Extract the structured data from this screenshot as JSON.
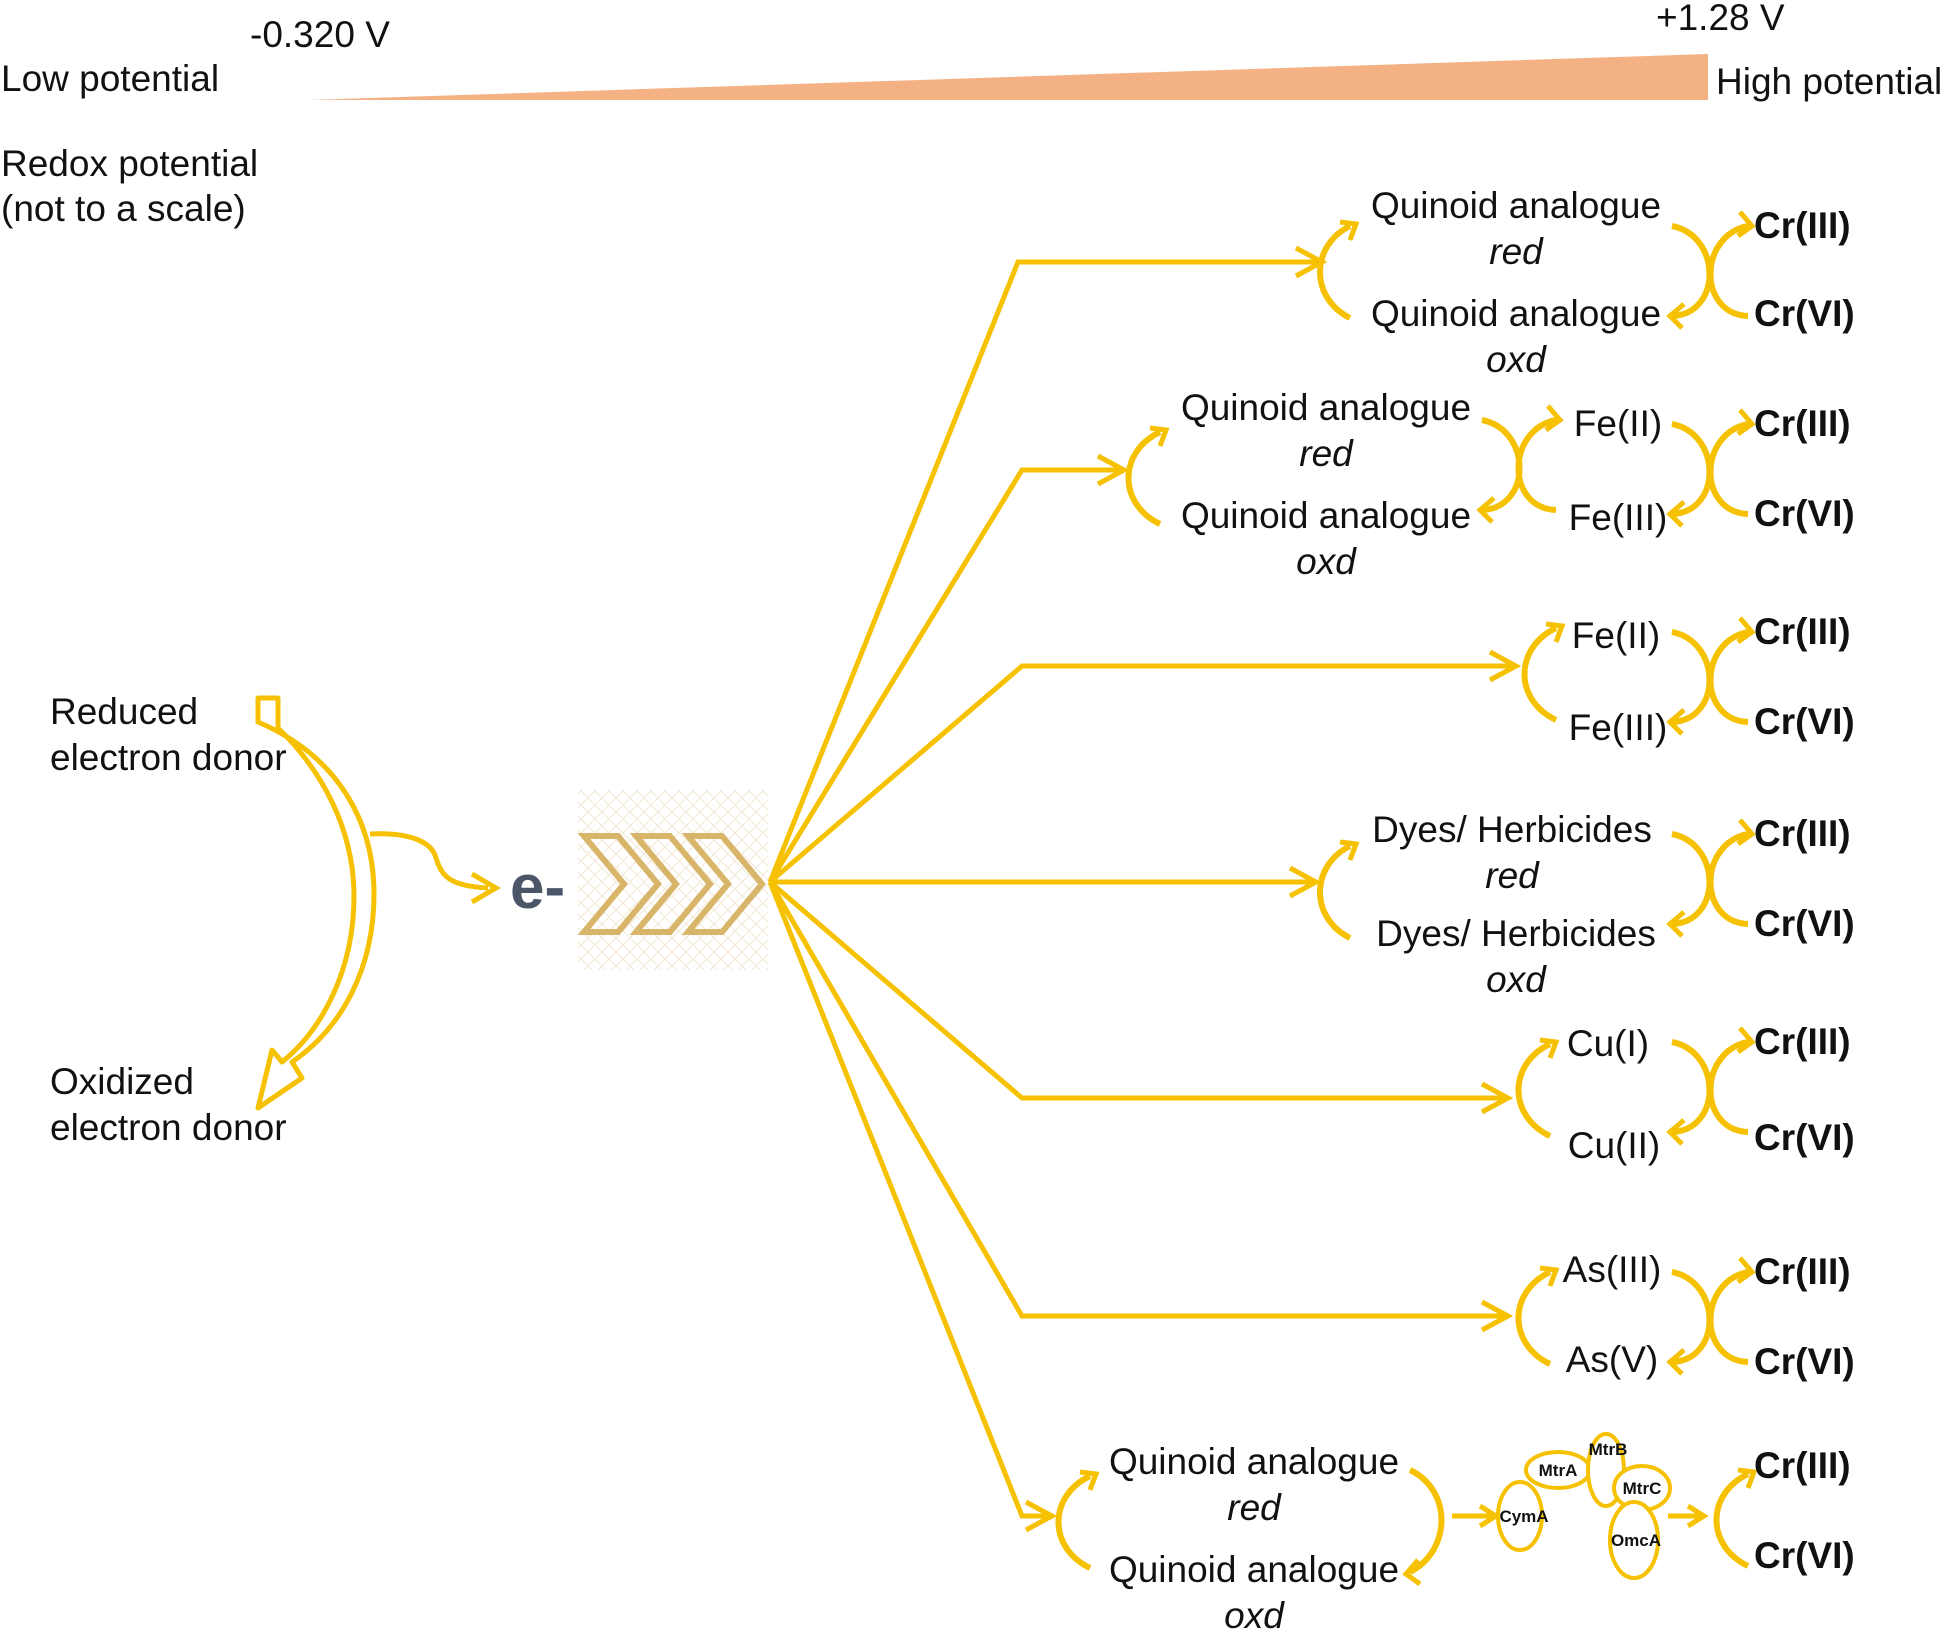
{
  "scale": {
    "low_value": "-0.320 V",
    "high_value": "+1.28 V",
    "low_label": "Low potential",
    "high_label": "High potential",
    "caption_line1": "Redox potential",
    "caption_line2": "(not to a scale)"
  },
  "donor": {
    "reduced_line1": "Reduced",
    "reduced_line2": "electron donor",
    "oxidized_line1": "Oxidized",
    "oxidized_line2": "electron donor",
    "electron": "e-"
  },
  "chromium": {
    "reduced": "Cr(III)",
    "oxidized": "Cr(VI)"
  },
  "pathways": [
    {
      "mediator": {
        "red": "Quinoid analogue",
        "red_state": "red",
        "oxd": "Quinoid analogue",
        "oxd_state": "oxd"
      }
    },
    {
      "mediator": {
        "red": "Quinoid analogue",
        "red_state": "red",
        "oxd": "Quinoid analogue",
        "oxd_state": "oxd"
      },
      "metal": {
        "red": "Fe(II)",
        "oxd": "Fe(III)"
      }
    },
    {
      "metal": {
        "red": "Fe(II)",
        "oxd": "Fe(III)"
      }
    },
    {
      "mediator": {
        "red": "Dyes/ Herbicides",
        "red_state": "red",
        "oxd": "Dyes/ Herbicides",
        "oxd_state": "oxd"
      }
    },
    {
      "metal": {
        "red": "Cu(I)",
        "oxd": "Cu(II)"
      }
    },
    {
      "metal": {
        "red": "As(III)",
        "oxd": "As(V)"
      }
    },
    {
      "mediator": {
        "red": "Quinoid analogue",
        "red_state": "red",
        "oxd": "Quinoid analogue",
        "oxd_state": "oxd"
      },
      "proteins": [
        "CymA",
        "MtrA",
        "MtrB",
        "MtrC",
        "OmcA"
      ]
    }
  ],
  "colors": {
    "arrow": "#F5C100",
    "wedge": "#F4B183",
    "chevron": "#D9B56A",
    "electron": "#4A5568"
  }
}
